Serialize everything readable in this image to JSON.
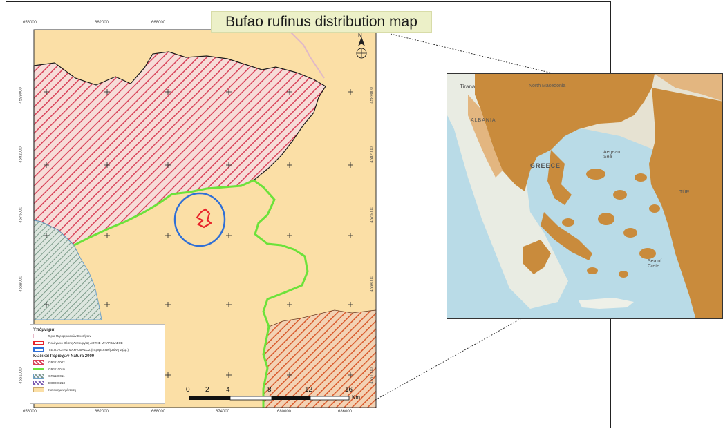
{
  "map": {
    "title": "Bufao rufinus distribution map",
    "x_ticks": [
      "656000",
      "662000",
      "668000",
      "674000",
      "680000",
      "686000"
    ],
    "y_ticks": [
      "4589000",
      "4582000",
      "4575000",
      "4568000",
      "4561000"
    ],
    "north_arrow": "N",
    "scale_labels": [
      "0",
      "2",
      "4",
      "8",
      "12",
      "16"
    ],
    "scale_unit": "Km",
    "colors": {
      "land": "#fbdfa6",
      "red_hatch": "#d9435a",
      "orange_hatch": "#d95a2b",
      "green_boundary": "#6ce23a",
      "red_site": "#e8232a",
      "blue_buffer": "#2f6fd6",
      "blue_green_hatch": "#7a9a88",
      "distribution": "#c98b3c",
      "sea": "#b9dbe7"
    }
  },
  "legend": {
    "title": "Υπόμνημα",
    "items": [
      {
        "label": "Όρια Περιφερειακών Ενοτήτων"
      },
      {
        "label": "Πολύγωνο Θέσης Λειτουργίας ΛΟΤΗΣ ΜΑΥΡΟΔΑΣΟΣ"
      },
      {
        "label": "Τ.Ε.Π. ΛΟΤΗΣ ΜΑΥΡΟΔΑΣΟΣ (Περιφερειακή Ζώνη 2χλμ.)"
      }
    ],
    "subtitle": "Κωδικοί Περιοχών Natura 2000",
    "natura_items": [
      {
        "label": "GR1110002"
      },
      {
        "label": "GR1110010"
      },
      {
        "label": "GR1130011"
      },
      {
        "label": "BG0000218"
      },
      {
        "label": "Κατοικημένη έκταση"
      }
    ]
  },
  "inset": {
    "labels": {
      "tirana": "Tirana",
      "north_macedonia": "North Macedonia",
      "albania": "ALBANIA",
      "greece": "GREECE",
      "aegean": "Aegean Sea",
      "crete_sea": "Sea of Crete",
      "turkey": "TÜR"
    }
  }
}
